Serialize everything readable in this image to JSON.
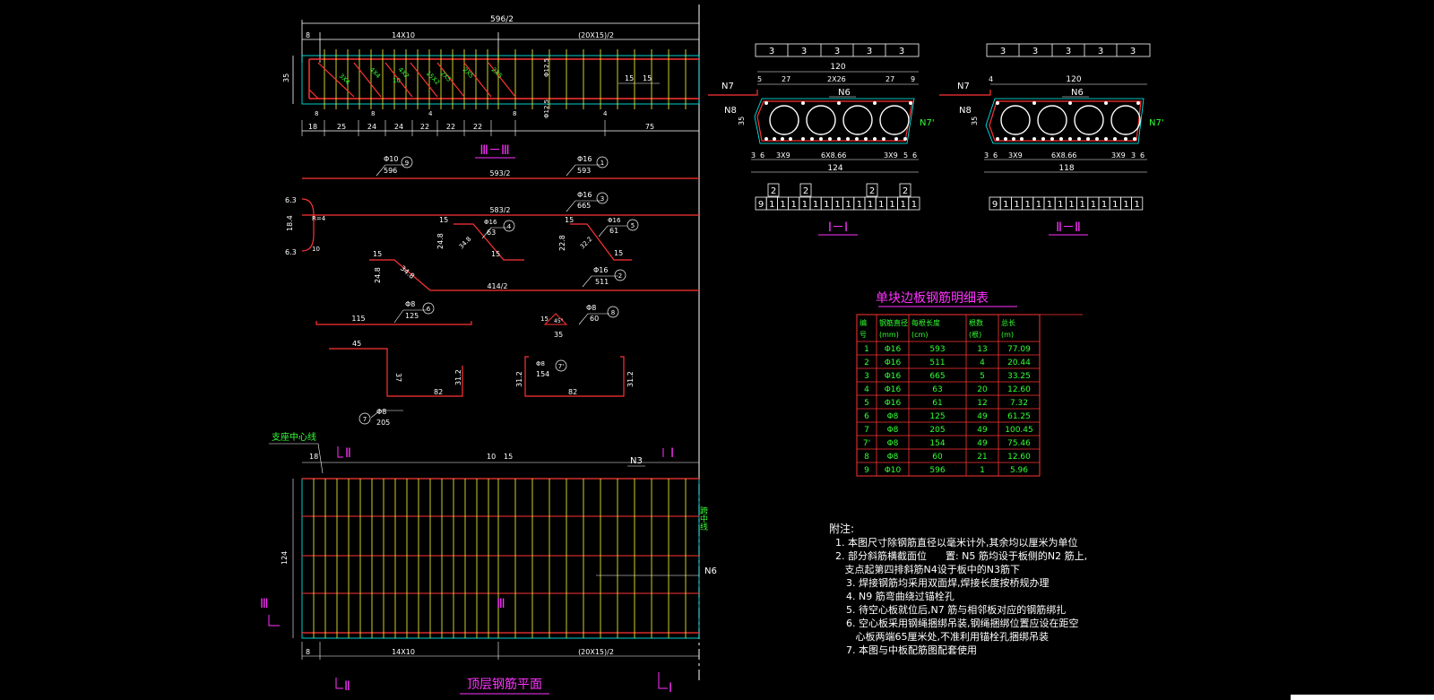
{
  "colors": {
    "background": "#000000",
    "dimension": "#ffffff",
    "text_green": "#33ff33",
    "rebar_red": "#ff3333",
    "cyan": "#00ffff",
    "magenta": "#ff33ff",
    "yellow": "#ffff33"
  },
  "top_section": {
    "overall_dim": "596/2",
    "dim_left": "8",
    "dim_mid": "14X10",
    "dim_right": "(20X15)/2",
    "height": "35",
    "bar_labels": [
      "3X4",
      "4X4",
      "4X2",
      "10",
      "15X2",
      "2X5",
      "2X5",
      "2X5"
    ],
    "vertical_labels": [
      "Φ12.5",
      "Φ12.5"
    ],
    "right_dims": [
      "15",
      "15"
    ],
    "small_dims": [
      "8",
      "8",
      "4",
      "8",
      "4"
    ],
    "bottom_dims": [
      "18",
      "25",
      "24",
      "24",
      "22",
      "22",
      "22",
      "75"
    ],
    "title": "Ⅲ－Ⅲ"
  },
  "rebar_shapes": [
    {
      "dia": "Φ10",
      "len": "596",
      "no": "9",
      "span": "593/2"
    },
    {
      "dia": "Φ16",
      "len": "593",
      "no": "1"
    },
    {
      "dia": "Φ16",
      "len": "665",
      "no": "3",
      "span": "583/2"
    },
    {
      "dia": "Φ16",
      "len": "63",
      "no": "4",
      "a": "15",
      "b": "24.8",
      "c": "34.8",
      "d": "15"
    },
    {
      "dia": "Φ16",
      "len": "61",
      "no": "5",
      "a": "15",
      "b": "22.8",
      "c": "32.2",
      "d": "15"
    },
    {
      "dia": "Φ16",
      "len": "511",
      "no": "2",
      "a": "15",
      "b": "24.8",
      "c": "34.8",
      "span": "414/2"
    },
    {
      "dia": "Φ8",
      "len": "125",
      "no": "6",
      "span": "115"
    },
    {
      "dia": "Φ8",
      "len": "60",
      "no": "8",
      "a": "15",
      "b": "45°",
      "c": "35"
    },
    {
      "dia": "Φ8",
      "len": "205",
      "no": "7",
      "a": "45",
      "b": "37",
      "c": "82",
      "d": "31.2"
    },
    {
      "dia": "Φ8",
      "len": "154",
      "no": "7'",
      "a": "31.2",
      "c": "82",
      "d": "31.2"
    }
  ],
  "hook": {
    "a": "6.3",
    "b": "R=4",
    "c": "18.4",
    "d": "6.3",
    "e": "10"
  },
  "sections": [
    {
      "title": "Ⅰ－Ⅰ",
      "top_boxes": [
        "3",
        "3",
        "3",
        "3",
        "3"
      ],
      "width": "120",
      "top_dims": [
        "5",
        "27",
        "2X26",
        "27",
        "9"
      ],
      "labels": [
        "N7",
        "N6",
        "N8",
        "N7'"
      ],
      "height": "35",
      "bottom_dims": [
        "3",
        "6",
        "3X9",
        "6X8.66",
        "3X9",
        "5",
        "6"
      ],
      "bottom_width": "124",
      "bottom_boxes": [
        "9",
        "1",
        "1",
        "1",
        "1",
        "1",
        "1",
        "1",
        "1",
        "1",
        "1",
        "1",
        "1",
        "1",
        "1"
      ],
      "upper_boxes": [
        "2",
        "2",
        "2",
        "2"
      ]
    },
    {
      "title": "Ⅱ－Ⅱ",
      "top_boxes": [
        "3",
        "3",
        "3",
        "3",
        "3"
      ],
      "width": "120",
      "top_dims": [
        "4",
        "120"
      ],
      "labels": [
        "N7",
        "N6",
        "N8",
        "N7'"
      ],
      "height": "35",
      "bottom_dims": [
        "3",
        "6",
        "3X9",
        "6X8.66",
        "3X9",
        "3",
        "6"
      ],
      "bottom_width": "118",
      "bottom_boxes": [
        "9",
        "1",
        "1",
        "1",
        "1",
        "1",
        "1",
        "1",
        "1",
        "1",
        "1",
        "1",
        "1",
        "1"
      ]
    }
  ],
  "table": {
    "title": "单块边板钢筋明细表",
    "headers": [
      "编号",
      "钢筋直径(mm)",
      "每根长度(cm)",
      "根数(根)",
      "总长(m)"
    ],
    "header_line1": [
      "编",
      "钢筋直径",
      "每根长度",
      "根数",
      "总长"
    ],
    "header_line2": [
      "号",
      "(mm)",
      "(cm)",
      "(根)",
      "(m)"
    ],
    "rows": [
      [
        "1",
        "Φ16",
        "593",
        "13",
        "77.09"
      ],
      [
        "2",
        "Φ16",
        "511",
        "4",
        "20.44"
      ],
      [
        "3",
        "Φ16",
        "665",
        "5",
        "33.25"
      ],
      [
        "4",
        "Φ16",
        "63",
        "20",
        "12.60"
      ],
      [
        "5",
        "Φ16",
        "61",
        "12",
        "7.32"
      ],
      [
        "6",
        "Φ8",
        "125",
        "49",
        "61.25"
      ],
      [
        "7",
        "Φ8",
        "205",
        "49",
        "100.45"
      ],
      [
        "7'",
        "Φ8",
        "154",
        "49",
        "75.46"
      ],
      [
        "8",
        "Φ8",
        "60",
        "21",
        "12.60"
      ],
      [
        "9",
        "Φ10",
        "596",
        "1",
        "5.96"
      ]
    ]
  },
  "notes": {
    "heading": "附注:",
    "items": [
      "1. 本图尺寸除钢筋直径以毫米计外,其余均以厘米为单位",
      "2. 部分斜筋横截面位      置: N5 筋均设于板侧的N2 筋上,",
      "   支点起第四排斜筋N4设于板中的N3筋下",
      "3. 焊接钢筋均采用双面焊,焊接长度按桥规办理",
      "4. N9 筋弯曲绕过锚栓孔",
      "5. 待空心板就位后,N7 筋与相邻板对应的钢筋绑扎",
      "6. 空心板采用钢绳捆绑吊装,钢绳捆绑位置应设在距空",
      "   心板两端65厘米处,不准利用锚栓孔捆绑吊装",
      "7. 本图与中板配筋图配套使用"
    ]
  },
  "plan": {
    "title": "顶层钢筋平面",
    "support_label": "支座中心线",
    "center_label": "跨中线",
    "dims_top": [
      "18",
      "10",
      "15"
    ],
    "labels": [
      "Ⅱ",
      "Ⅰ",
      "N3",
      "N6",
      "Ⅲ",
      "Ⅲ"
    ],
    "width": "124",
    "bottom_dims": [
      "8",
      "14X10",
      "(20X15)/2"
    ]
  }
}
